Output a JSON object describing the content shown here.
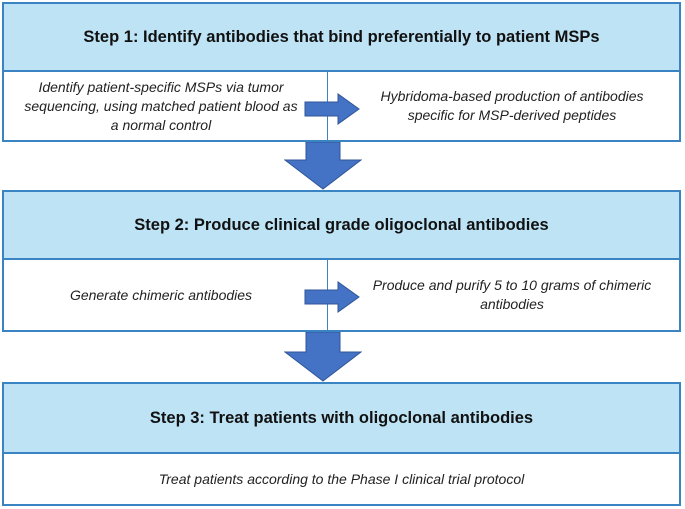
{
  "steps": [
    {
      "title": "Step 1: Identify antibodies that bind preferentially to patient MSPs",
      "left_text": "Identify patient-specific MSPs via tumor sequencing, using matched patient blood as a normal control",
      "right_text": "Hybridoma-based production of antibodies specific for MSP-derived peptides"
    },
    {
      "title": "Step 2: Produce clinical grade oligoclonal antibodies",
      "left_text": "Generate chimeric antibodies",
      "right_text": "Produce and purify 5 to 10 grams of chimeric antibodies"
    },
    {
      "title": "Step 3: Treat patients with oligoclonal antibodies",
      "single_text": "Treat patients according to the Phase I clinical trial protocol"
    }
  ],
  "colors": {
    "header_fill": "#bde3f5",
    "border": "#3b84c4",
    "arrow_fill": "#4472c4",
    "arrow_stroke": "#2f5597"
  }
}
